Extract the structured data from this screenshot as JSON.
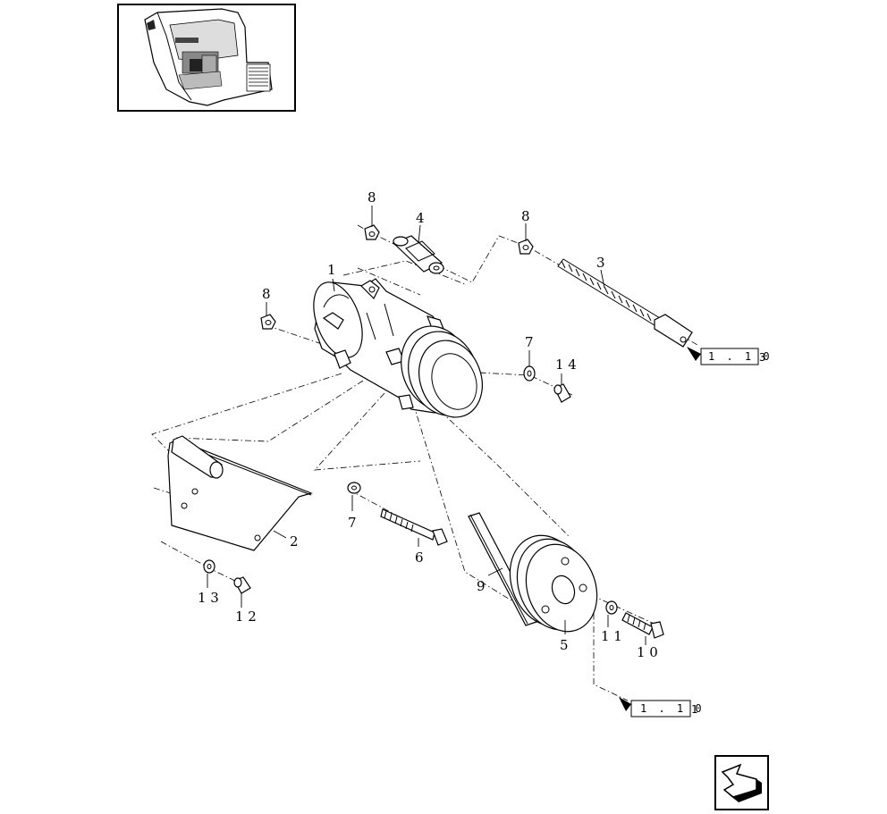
{
  "callouts": {
    "c1": "1",
    "c2": "2",
    "c3": "3",
    "c4": "4",
    "c5": "5",
    "c6": "6",
    "c7a": "7",
    "c7b": "7",
    "c8a": "8",
    "c8b": "8",
    "c8c": "8",
    "c9": "9",
    "c10": "1 0",
    "c11": "1 1",
    "c12": "1 2",
    "c13": "1 3",
    "c14": "1 4"
  },
  "references": {
    "ref_upper": "1 . 1 0",
    "ref_upper_suffix": "3",
    "ref_lower": "1 . 1 0",
    "ref_lower_suffix": "1"
  },
  "icons": {
    "thumbnail": "tractor-cab-thumbnail",
    "nav": "return-arrow-icon"
  }
}
